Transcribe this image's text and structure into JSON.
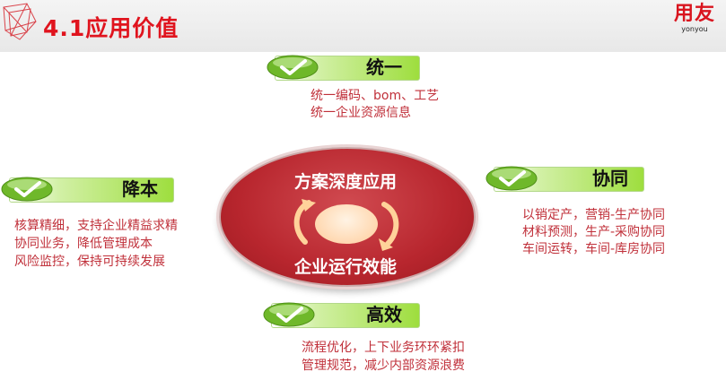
{
  "header": {
    "title": "4.1应用价值",
    "brand_name": "用友",
    "brand_en": "yonyou"
  },
  "center": {
    "top_text": "方案深度应用",
    "bottom_text": "企业运行效能"
  },
  "items": {
    "top": {
      "label": "统一",
      "lines": [
        "统一编码、bom、工艺",
        "统一企业资源信息"
      ]
    },
    "left": {
      "label": "降本",
      "lines": [
        "核算精细，支持企业精益求精",
        "协同业务，降低管理成本",
        "风险监控，保持可持续发展"
      ]
    },
    "right": {
      "label": "协同",
      "lines": [
        "以销定产，营销-生产协同",
        "材料预测，生产-采购协同",
        "车间运转，车间-库房协同"
      ]
    },
    "bottom": {
      "label": "高效",
      "lines": [
        "流程优化，上下业务环环紧扣",
        "管理规范，减少内部资源浪费"
      ]
    }
  },
  "colors": {
    "title_red": "#e0141e",
    "desc_red": "#c0303a",
    "ellipse_red": "#b8262e",
    "pill_green": "#9ede3e"
  },
  "icons": [
    "check-icon",
    "cycle-arrow-icon",
    "brand-logo-graphic"
  ]
}
